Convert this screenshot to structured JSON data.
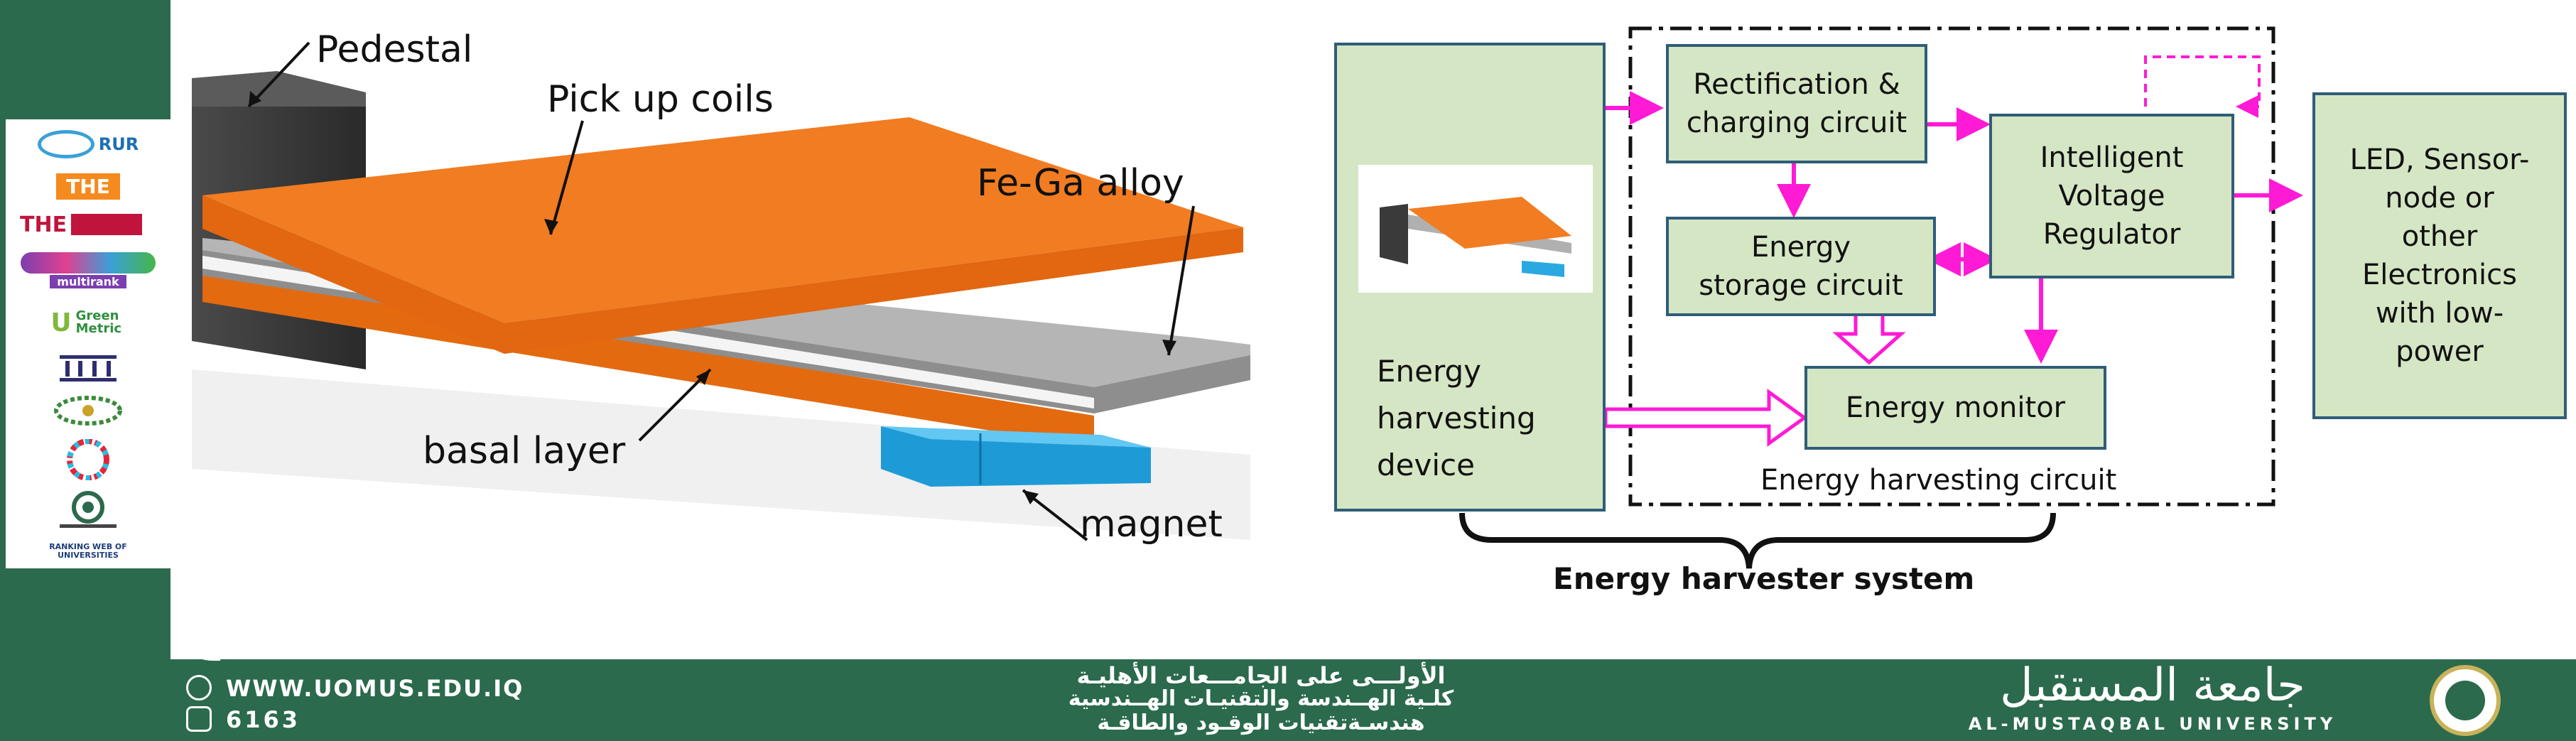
{
  "left_figure": {
    "labels": {
      "pedestal": "Pedestal",
      "pick_up_coils": "Pick up coils",
      "fe_ga_alloy": "Fe-Ga alloy",
      "basal_layer": "basal layer",
      "magnet": "magnet"
    }
  },
  "block_diagram": {
    "energy_harvesting_device": "Energy\nharvesting\ndevice",
    "rectification": "Rectification &\ncharging circuit",
    "energy_storage": "Energy\nstorage circuit",
    "voltage_regulator": "Intelligent\nVoltage\nRegulator",
    "energy_monitor": "Energy monitor",
    "output_load": "LED, Sensor-\nnode or\nother\nElectronics\nwith low-\npower",
    "circuit_caption": "Energy harvesting circuit",
    "system_caption": "Energy harvester system"
  },
  "sidebar_badges": {
    "rur": "RUR",
    "the_1": "THE",
    "the_2": "THE",
    "multirank": "multirank",
    "greenmetric": "Green Metric",
    "webometrics": "RANKING WEB OF UNIVERSITIES"
  },
  "footer": {
    "website": "WWW.UOMUS.EDU.IQ",
    "phone": "6163",
    "arabic_line1": "الأولـــى على الجامـــعات الأهليـة",
    "arabic_line2": "كلـية الهــندسة والتقنيـات الهــندسية",
    "arabic_line3": "هندسـةتقنيات الوقـود والطاقـة",
    "university_arabic": "جامعة المستقبل",
    "university_english": "AL-MUSTAQBAL UNIVERSITY"
  },
  "colors": {
    "brand_green": "#2b6a4c",
    "box_fill": "#d5e6c4",
    "box_border": "#2f5d78",
    "arrow_magenta": "#ff1ad6",
    "coil_orange": "#f07a1e",
    "magnet_blue": "#29a9e0"
  }
}
